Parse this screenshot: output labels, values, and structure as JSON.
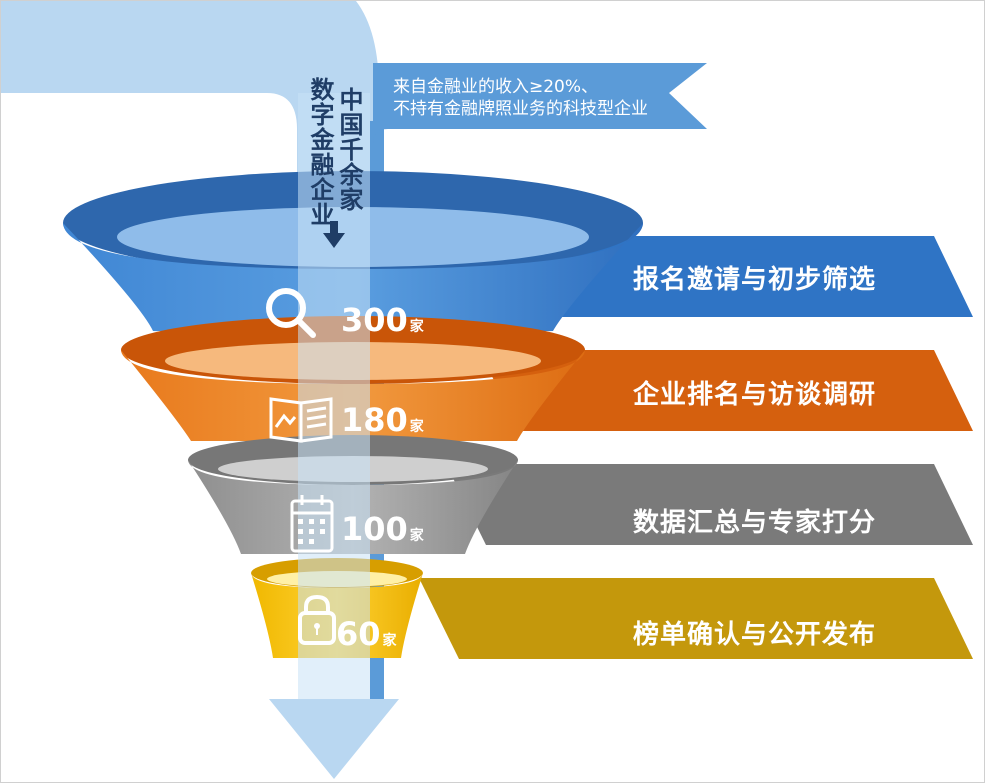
{
  "intro": {
    "column_1": "中国千余家",
    "column_2": "数字金融企业",
    "criteria_line_1": "来自金融业的收入≥20%、",
    "criteria_line_2": "不持有金融牌照业务的科技型企业"
  },
  "stages": [
    {
      "label": "报名邀请与初步筛选",
      "count": "300",
      "unit": "家",
      "icon": "search-icon",
      "color": "#2f74c5"
    },
    {
      "label": "企业排名与访谈调研",
      "count": "180",
      "unit": "家",
      "icon": "book-icon",
      "color": "#d5600e"
    },
    {
      "label": "数据汇总与专家打分",
      "count": "100",
      "unit": "家",
      "icon": "calendar-icon",
      "color": "#7a7a7a"
    },
    {
      "label": "榜单确认与公开发布",
      "count": "60",
      "unit": "家",
      "icon": "lock-icon",
      "color": "#c4980c"
    }
  ]
}
